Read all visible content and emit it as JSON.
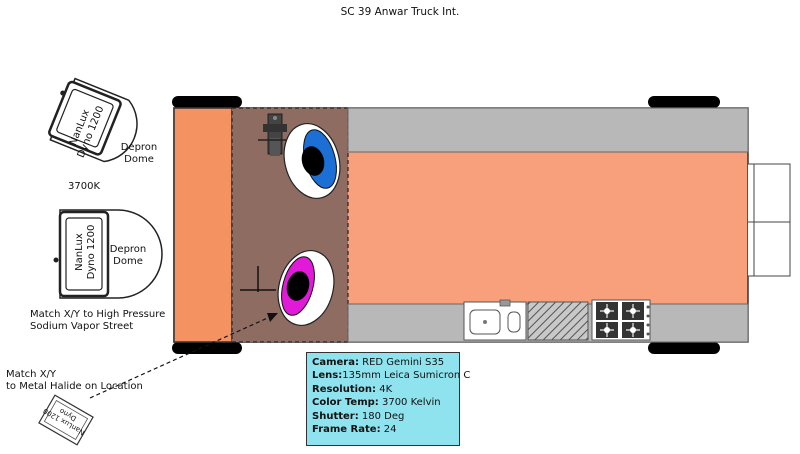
{
  "title": "SC 39 Anwar Truck Int.",
  "lights": [
    {
      "brand": "NanLux",
      "model": "Dyno 1200",
      "diffusion": "Depron Dome",
      "note": "3700K"
    },
    {
      "brand": "NanLux",
      "model": "Dyno 1200",
      "diffusion": "Depron Dome",
      "note_lines": [
        "Match X/Y to High Pressure",
        "Sodium Vapor Street"
      ]
    },
    {
      "note_lines": [
        "Match X/Y",
        "to Metal Halide on Location"
      ],
      "rotated_text": [
        "NanLux 1200",
        "Dyno"
      ]
    }
  ],
  "camera_info": [
    {
      "key": "Camera:",
      "value": "RED Gemini S35"
    },
    {
      "key": "Lens:",
      "value": "135mm Leica Sumicron C"
    },
    {
      "key": "Resolution:",
      "value": "4K"
    },
    {
      "key": "Color Temp:",
      "value": "3700 Kelvin"
    },
    {
      "key": "Shutter:",
      "value": "180 Deg"
    },
    {
      "key": "Frame Rate:",
      "value": "24"
    }
  ],
  "colors": {
    "truck_floor": "#f8a07c",
    "cab_floor": "#f59262",
    "rug": "#8f6c62",
    "counter": "#b8b8b8",
    "info_box": "#8ee3ee",
    "blue_eye": "#1c6fd4",
    "magenta_eye": "#e01ad8"
  }
}
